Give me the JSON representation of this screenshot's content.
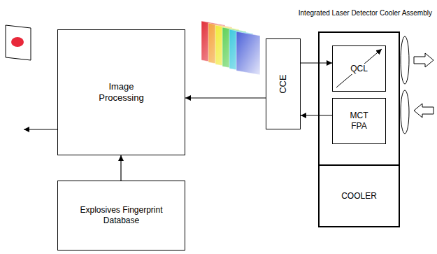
{
  "diagram": {
    "nodes": [
      {
        "text": [
          "Image Processing"
        ]
      },
      {
        "text": [
          "CCE"
        ]
      },
      {
        "text": [
          "Integrated Laser Detector Cooler Assembly"
        ]
      },
      {
        "text": [
          "QCL"
        ],
        "in": 2
      },
      {
        "text": [
          "MCT FPA"
        ],
        "in": 2
      },
      {
        "text": [
          "COOLER"
        ],
        "in": 2
      },
      {
        "text": [
          "Explosives Fingerprint Database"
        ]
      }
    ],
    "edges": [
      {
        "from": 1,
        "to": 0,
        "arrow": "to"
      },
      {
        "from": 1,
        "to": 3,
        "arrow": "to"
      },
      {
        "from": 4,
        "to": 1,
        "arrow": "to"
      },
      {
        "from": 6,
        "to": 0,
        "arrow": "to"
      }
    ]
  }
}
